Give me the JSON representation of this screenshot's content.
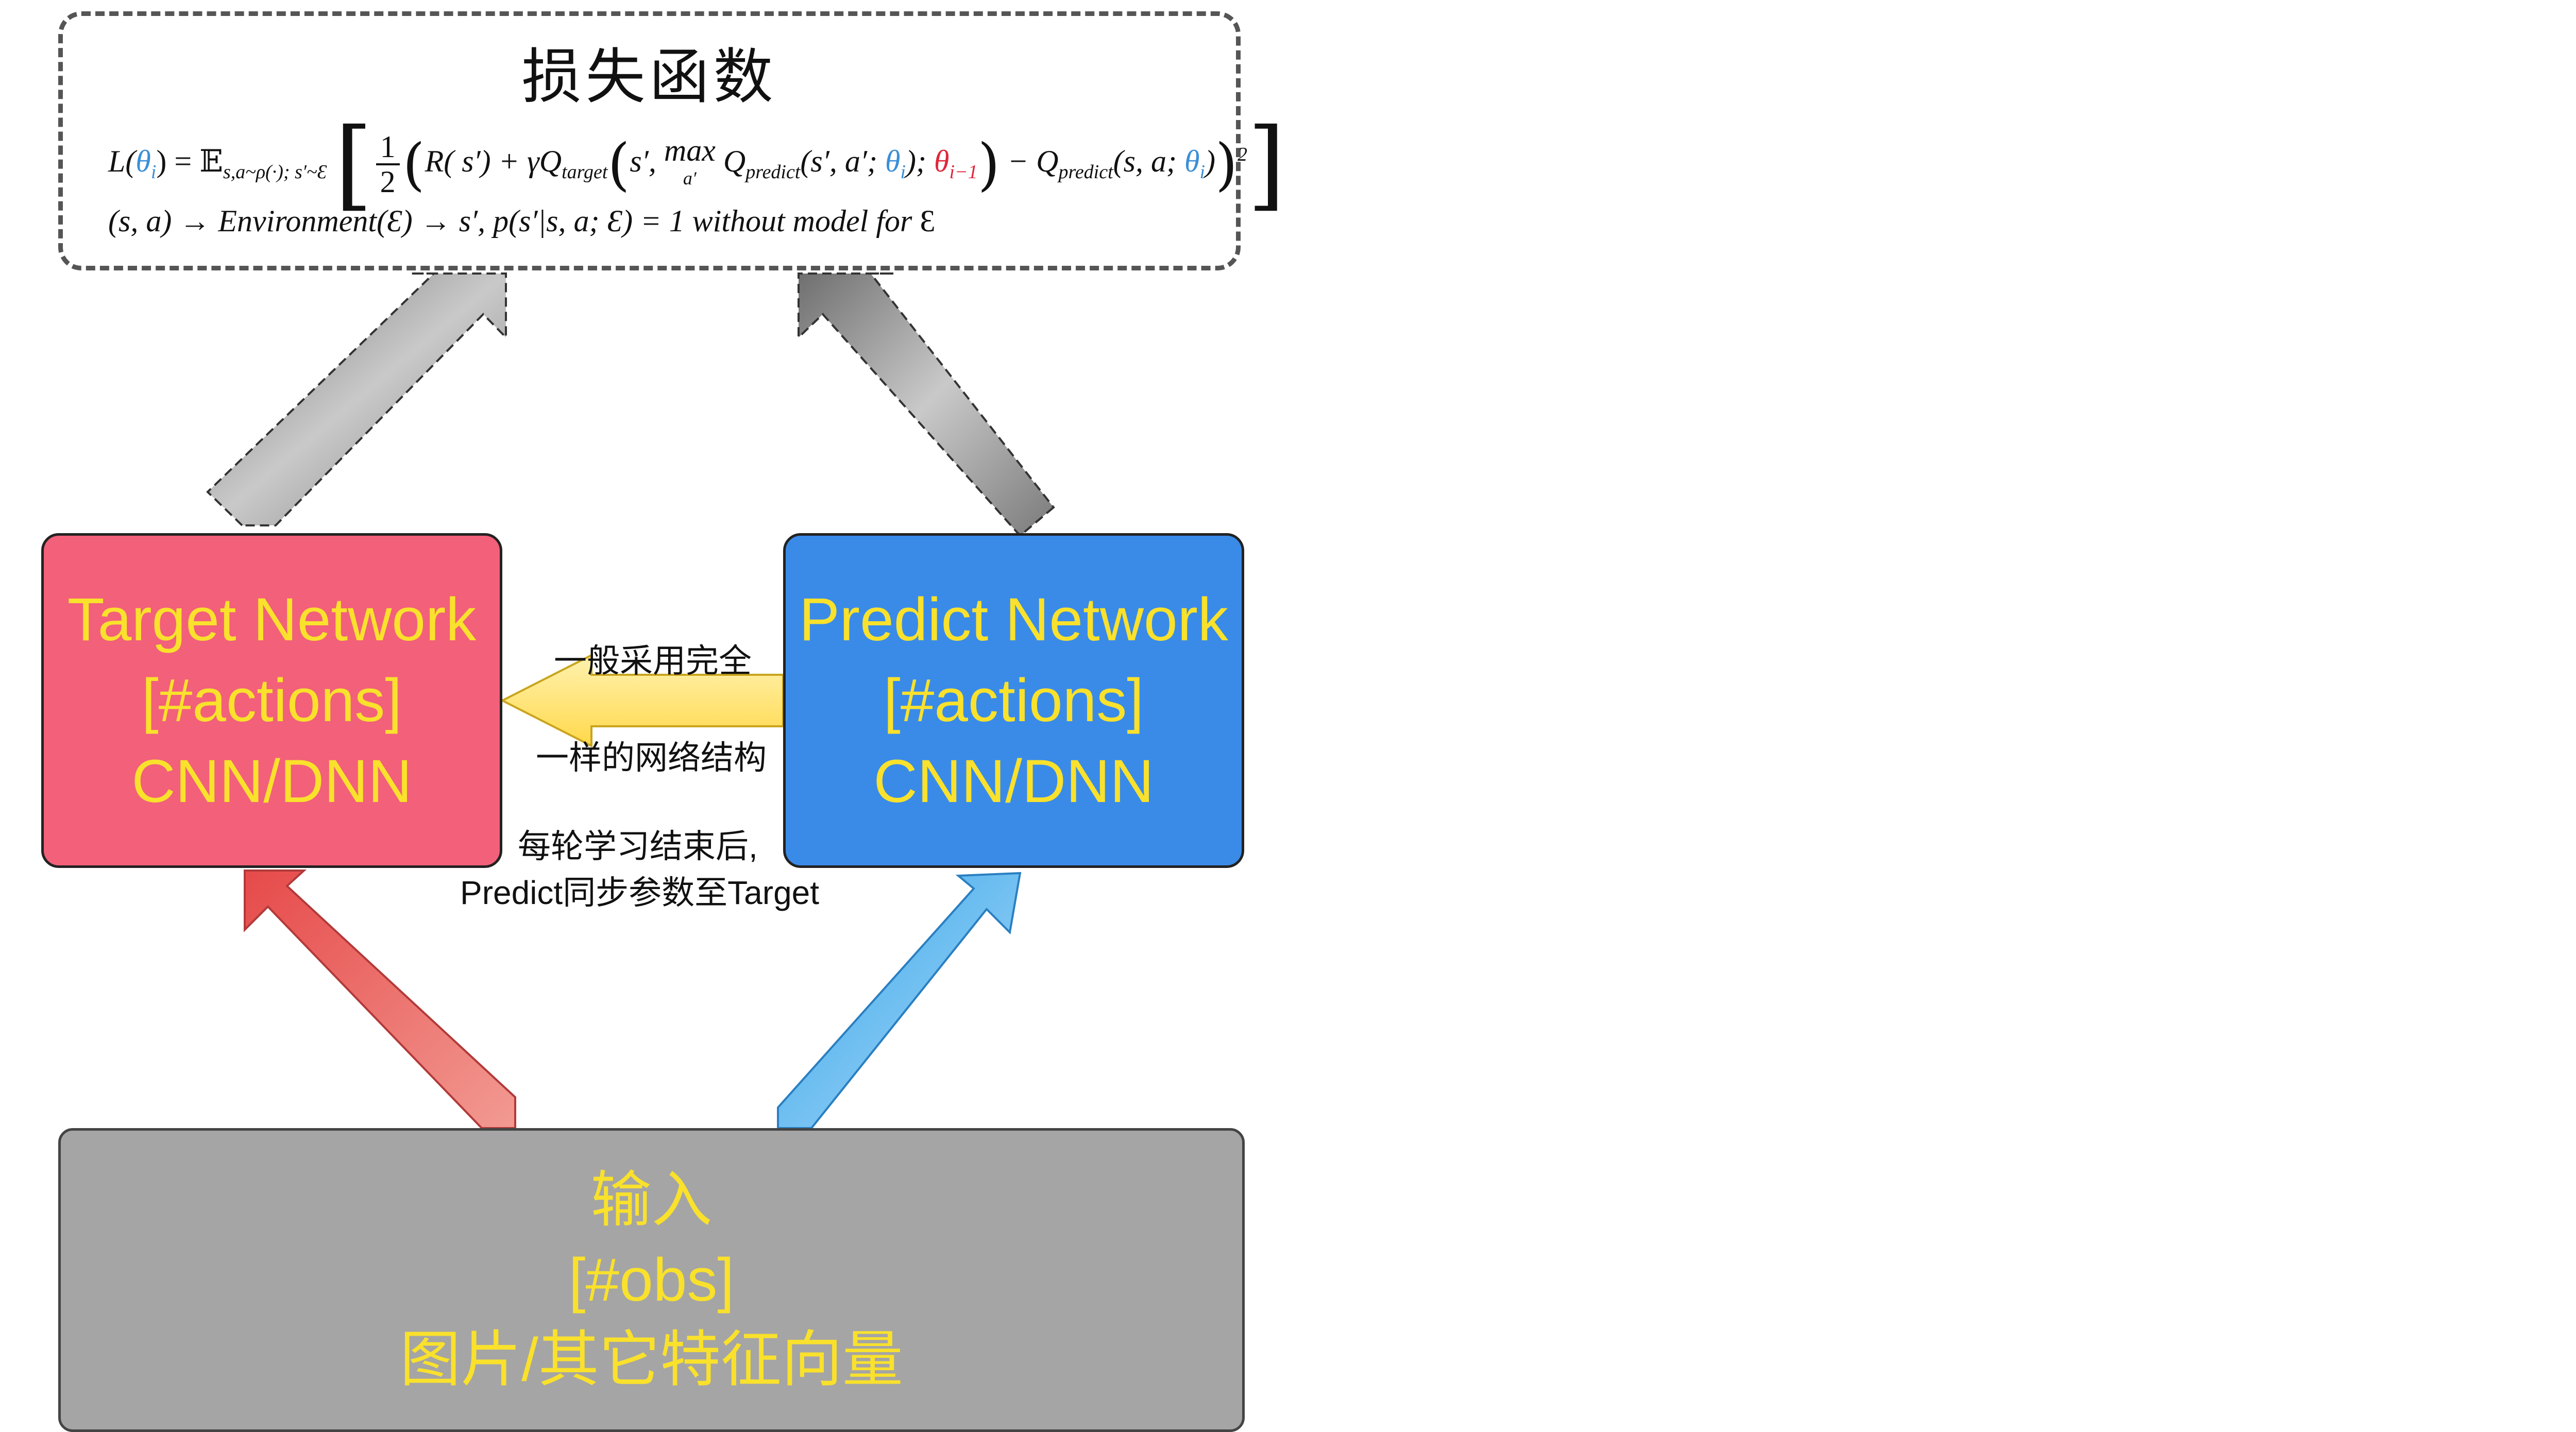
{
  "loss": {
    "title": "损失函数",
    "formula": {
      "L": "L(",
      "theta_i": "θ",
      "i": "i",
      "close_eq": ") = ",
      "E": "𝔼",
      "E_sub": "s,a~ρ(·); s′~Ɛ",
      "frac_num": "1",
      "frac_den": "2",
      "R_part": "R( s′)  + γQ",
      "target_sub": "target",
      "s_prime": "s′,  ",
      "max": "max",
      "max_sub": "a′",
      "Q_predict": " Q",
      "predict_sub": "predict",
      "args1": "(s′, a′; ",
      "theta_i2": "θ",
      "i2": "i",
      "close1": ");  ",
      "theta_prev": "θ",
      "prev_sub": "i−1",
      "minus_q": " − Q",
      "predict_sub2": "predict",
      "args2": "(s, a; ",
      "theta_i3": "θ",
      "i3": "i",
      "close2": ")",
      "square": "2"
    },
    "subline": {
      "sa": "(s,  a)  → ",
      "env": "Environment",
      "rest": "(Ɛ)  → s′,  p(s′|s, a; Ɛ) = 1 ",
      "tail": "without model for ",
      "eps": "Ɛ"
    }
  },
  "target_network": {
    "line1": "Target Network",
    "line2": "[#actions]",
    "line3": "CNN/DNN"
  },
  "predict_network": {
    "line1": "Predict Network",
    "line2": "[#actions]",
    "line3": "CNN/DNN"
  },
  "input": {
    "line1": "输入",
    "line2": "[#obs]",
    "line3": "图片/其它特征向量"
  },
  "labels": {
    "same_arch_1": "一般采用完全",
    "same_arch_2": "一样的网络结构",
    "sync_1": "每轮学习结束后,",
    "sync_2": "Predict同步参数至Target"
  },
  "colors": {
    "target_box": "#f2607a",
    "predict_box": "#3a8be8",
    "input_box": "#a5a5a5",
    "box_text": "#f9e12c",
    "arrow_red": "#e8615f",
    "arrow_blue": "#5ab4ee",
    "arrow_yellow": "#ffe680",
    "arrow_gray": "#8a8a8a",
    "theta_current": "#3a8fd8",
    "theta_previous": "#e0263a"
  }
}
